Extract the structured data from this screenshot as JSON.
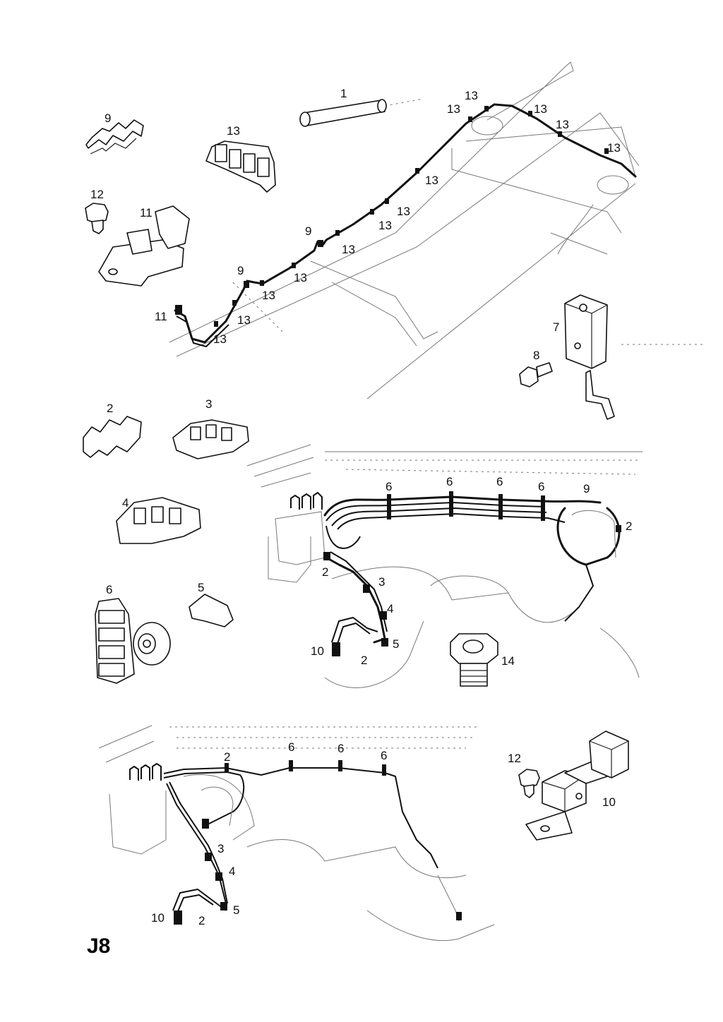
{
  "page_code": "J8",
  "labels": {
    "l1": "1",
    "l2": "2",
    "l3": "3",
    "l4": "4",
    "l5": "5",
    "l6": "6",
    "l7": "7",
    "l8": "8",
    "l9": "9",
    "l10": "10",
    "l11": "11",
    "l12": "12",
    "l13": "13",
    "l14": "14"
  }
}
